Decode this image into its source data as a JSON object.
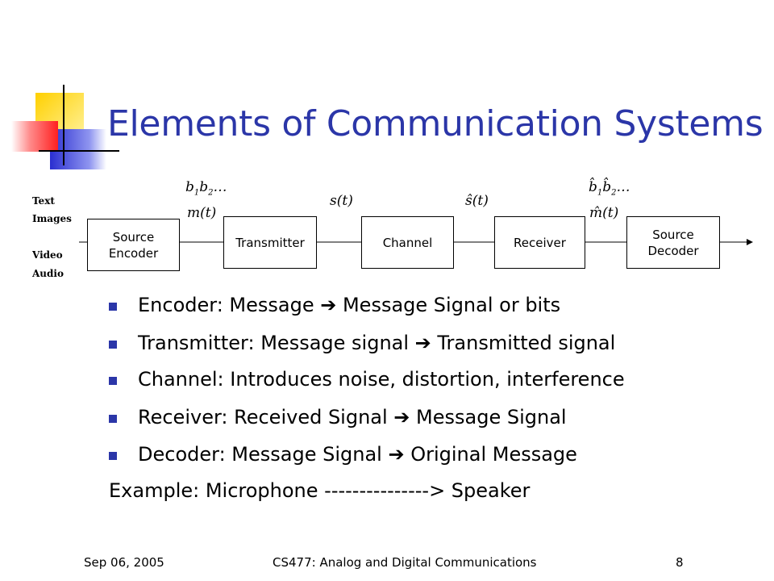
{
  "slide": {
    "title": "Elements of Communication Systems"
  },
  "diagram": {
    "input_labels": [
      "Text",
      "Images",
      "Video",
      "Audio"
    ],
    "blocks": [
      {
        "label": "Source\nEncoder"
      },
      {
        "label": "Transmitter"
      },
      {
        "label": "Channel"
      },
      {
        "label": "Receiver"
      },
      {
        "label": "Source\nDecoder"
      }
    ]
  },
  "bullets": [
    {
      "a": "Encoder: Message ",
      "arrow": "➔",
      "b": " Message Signal or bits"
    },
    {
      "a": "Transmitter: Message signal ",
      "arrow": "➔",
      "b": " Transmitted signal"
    },
    {
      "a": "Channel: Introduces noise, distortion, interference",
      "arrow": "",
      "b": ""
    },
    {
      "a": "Receiver: Received Signal ",
      "arrow": "➔",
      "b": " Message Signal"
    },
    {
      "a": "Decoder: Message Signal ",
      "arrow": "➔",
      "b": " Original Message"
    }
  ],
  "example": "Example: Microphone ---------------> Speaker",
  "footer": {
    "date": "Sep 06, 2005",
    "course": "CS477: Analog and Digital Communications",
    "page": "8"
  }
}
